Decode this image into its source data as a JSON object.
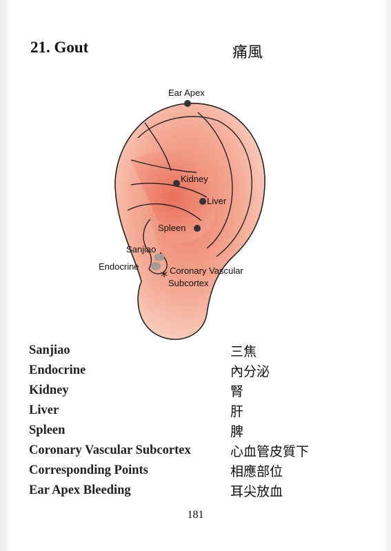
{
  "page": {
    "title": "21. Gout",
    "title_cn": "痛風",
    "page_number": "181"
  },
  "diagram": {
    "labels": {
      "ear_apex": "Ear Apex",
      "kidney": "Kidney",
      "liver": "Liver",
      "spleen": "Spleen",
      "sanjiao": "Sanjiao",
      "endocrine": "Endocrine",
      "coronary_1": "Coronary Vascular",
      "coronary_2": "Subcortex"
    },
    "colors": {
      "ear_fill": "#f6b7a3",
      "ear_inner": "#ee8a73",
      "outline": "#222222",
      "point": "#333333"
    }
  },
  "terms": [
    {
      "en": "Sanjiao",
      "cn": "三焦"
    },
    {
      "en": "Endocrine",
      "cn": "內分泌"
    },
    {
      "en": "Kidney",
      "cn": "腎"
    },
    {
      "en": "Liver",
      "cn": "肝"
    },
    {
      "en": "Spleen",
      "cn": "脾"
    },
    {
      "en": "Coronary Vascular Subcortex",
      "cn": "心血管皮質下"
    },
    {
      "en": "Corresponding Points",
      "cn": "相應部位"
    },
    {
      "en": "Ear Apex Bleeding",
      "cn": "耳尖放血"
    }
  ]
}
